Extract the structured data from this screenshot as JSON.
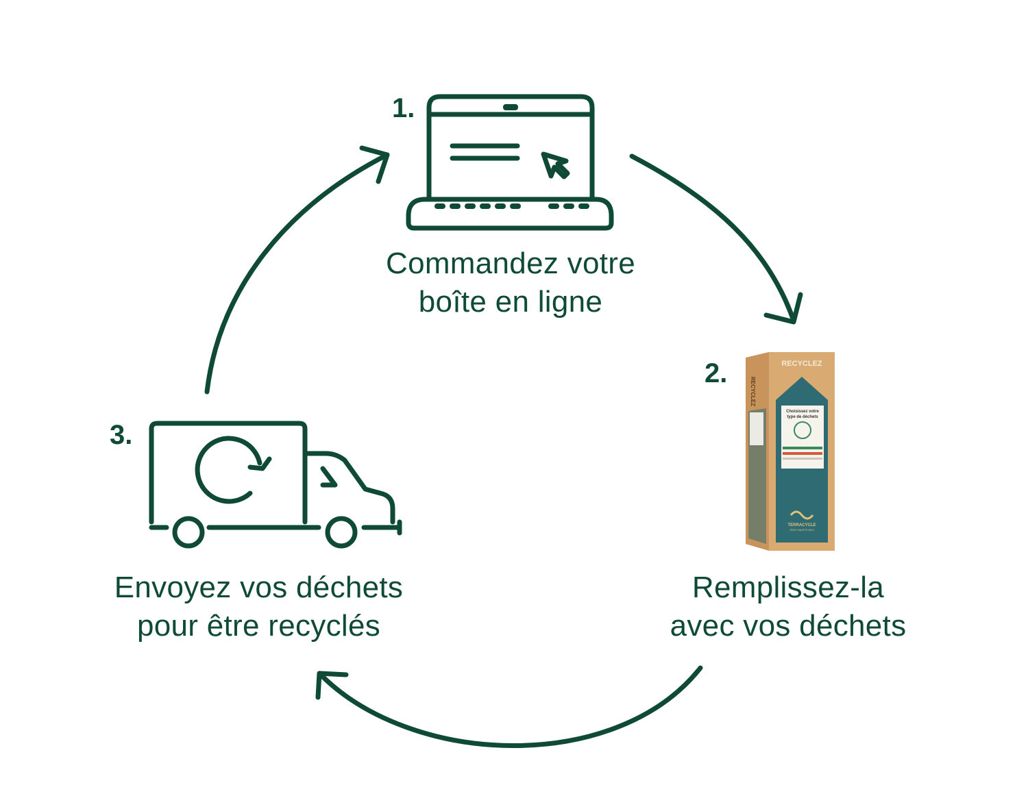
{
  "colors": {
    "primary": "#0f4a37",
    "box_kraft": "#d6a56e",
    "box_teal": "#2f6b73",
    "background": "#ffffff"
  },
  "steps": [
    {
      "number": "1.",
      "line1": "Commandez votre",
      "line2": "boîte en ligne",
      "icon": "laptop-icon"
    },
    {
      "number": "2.",
      "line1": "Remplissez-la",
      "line2": "avec vos déchets",
      "icon": "recycling-box-image"
    },
    {
      "number": "3.",
      "line1": "Envoyez vos déchets",
      "line2": "pour être recyclés",
      "icon": "delivery-truck-icon"
    }
  ],
  "box": {
    "top_label": "RECYCLEZ",
    "side_label": "RECYCLEZ",
    "panel_title_line1": "Choisissez votre",
    "panel_title_line2": "type de déchets",
    "brand_line1": "TERRACYCLE",
    "brand_line2": "ZERO WASTE BOX"
  }
}
